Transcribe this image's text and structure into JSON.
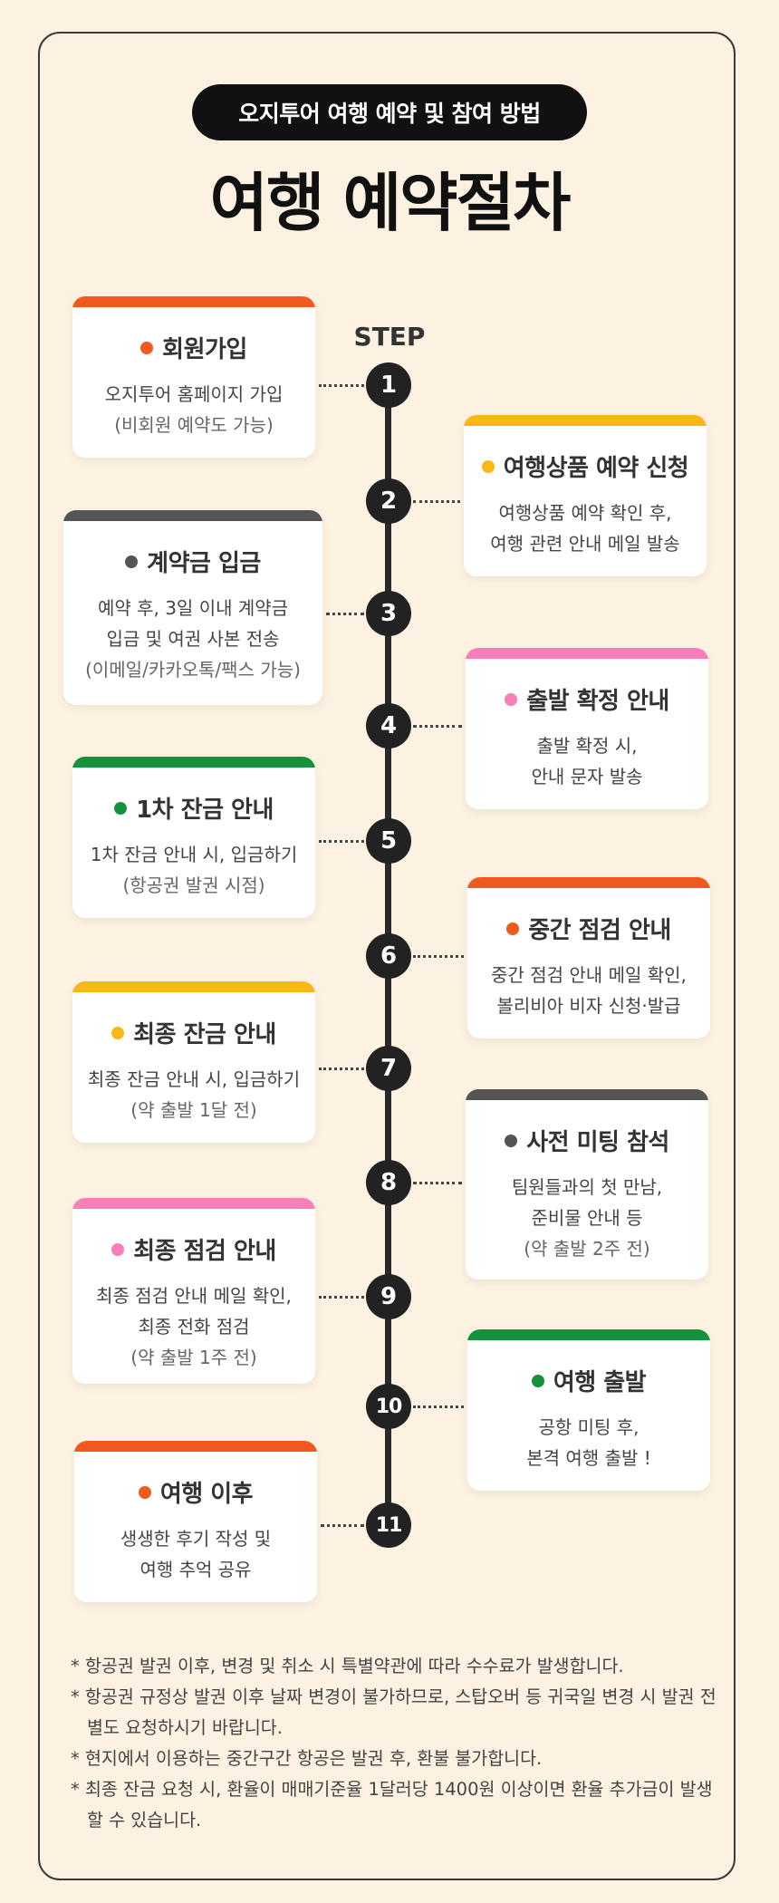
{
  "header": {
    "subtitle": "오지투어 여행 예약 및 참여 방법",
    "title": "여행 예약절차"
  },
  "step_label": "STEP",
  "steps": [
    {
      "number": "1",
      "title": "회원가입",
      "lines": [
        "오지투어 홈페이지 가입",
        "(비회원 예약도 가능)"
      ],
      "color": "#f05a1e"
    },
    {
      "number": "2",
      "title": "여행상품 예약 신청",
      "lines": [
        "여행상품 예약 확인 후,",
        "여행 관련 안내 메일 발송"
      ],
      "color": "#f8b815"
    },
    {
      "number": "3",
      "title": "계약금 입금",
      "lines": [
        "예약 후, 3일 이내 계약금",
        "입금 및 여권 사본 전송",
        "(이메일/카카오톡/팩스 가능)"
      ],
      "color": "#555555"
    },
    {
      "number": "4",
      "title": "출발 확정 안내",
      "lines": [
        "출발 확정 시,",
        "안내 문자 발송"
      ],
      "color": "#f87fba"
    },
    {
      "number": "5",
      "title": "1차 잔금 안내",
      "lines": [
        "1차 잔금 안내 시, 입금하기",
        "(항공권 발권 시점)"
      ],
      "color": "#16923c"
    },
    {
      "number": "6",
      "title": "중간 점검 안내",
      "lines": [
        "중간 점검 안내 메일 확인,",
        "볼리비아 비자 신청·발급"
      ],
      "color": "#f05a1e"
    },
    {
      "number": "7",
      "title": "최종 잔금 안내",
      "lines": [
        "최종 잔금 안내 시, 입금하기",
        "(약 출발 1달 전)"
      ],
      "color": "#f8b815"
    },
    {
      "number": "8",
      "title": "사전 미팅 참석",
      "lines": [
        "팀원들과의 첫 만남,",
        "준비물 안내 등",
        "(약 출발 2주 전)"
      ],
      "color": "#555555"
    },
    {
      "number": "9",
      "title": "최종 점검 안내",
      "lines": [
        "최종 점검 안내 메일 확인,",
        "최종 전화 점검",
        "(약 출발 1주 전)"
      ],
      "color": "#f87fba"
    },
    {
      "number": "10",
      "title": "여행 출발",
      "lines": [
        "공항 미팅 후,",
        "본격 여행 출발 !"
      ],
      "color": "#16923c"
    },
    {
      "number": "11",
      "title": "여행 이후",
      "lines": [
        "생생한 후기 작성 및",
        "여행 추억 공유"
      ],
      "color": "#f05a1e"
    }
  ],
  "notes": [
    "* 항공권 발권 이후, 변경 및 취소 시 특별약관에 따라 수수료가 발생합니다.",
    "* 항공권 규정상 발권 이후 날짜 변경이 불가하므로, 스탑오버 등 귀국일 변경 시 발권 전 별도 요청하시기 바랍니다.",
    "* 현지에서 이용하는 중간구간 항공은 발권 후, 환불 불가합니다.",
    "* 최종 잔금 요청 시, 환율이 매매기준율 1달러당 1400원 이상이면 환율 추가금이 발생할 수 있습니다."
  ]
}
